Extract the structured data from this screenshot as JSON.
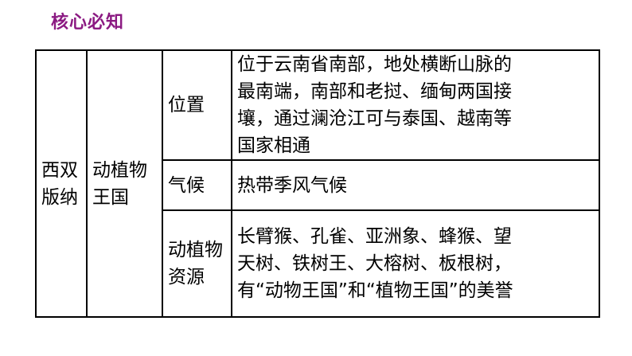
{
  "heading": "核心必知",
  "table": {
    "region": [
      "西双",
      "版纳"
    ],
    "theme": [
      "动植物",
      "王国"
    ],
    "rows": [
      {
        "aspect": [
          "位置"
        ],
        "detail": [
          "位于云南省南部，地处横断山脉的",
          "最南端，南部和老挝、缅甸两国接",
          "壤，通过澜沧江可与泰国、越南等",
          "国家相通"
        ]
      },
      {
        "aspect": [
          "气候"
        ],
        "detail": [
          "热带季风气候"
        ]
      },
      {
        "aspect": [
          "动植物",
          "资源"
        ],
        "detail": [
          "长臂猴、孔雀、亚洲象、蜂猴、望",
          "天树、铁树王、大榕树、板根树，",
          "有“动物王国”和“植物王国”的美誉"
        ]
      }
    ]
  }
}
